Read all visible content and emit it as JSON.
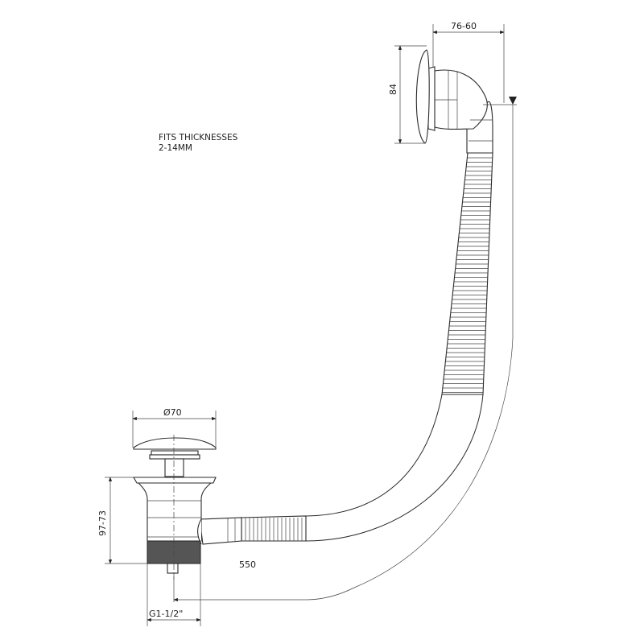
{
  "note": {
    "line1": "FITS THICKNESSES",
    "line2": "2-14MM"
  },
  "dimensions": {
    "overflow_depth": "76-60",
    "overflow_height": "84",
    "waste_diameter": "Ø70",
    "waste_height": "97-73",
    "hose_length": "550",
    "thread": "G1-1/2\""
  }
}
